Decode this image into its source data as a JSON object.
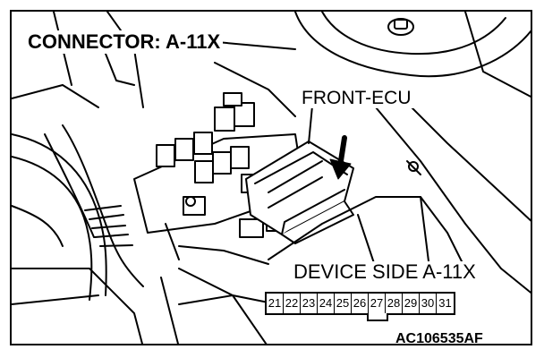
{
  "title": "CONNECTOR: A-11X",
  "ecu_label": "FRONT-ECU",
  "device_side": "DEVICE SIDE A-11X",
  "pins": [
    "21",
    "22",
    "23",
    "24",
    "25",
    "26",
    "27",
    "28",
    "29",
    "30",
    "31"
  ],
  "highlighted_pin": "26",
  "figure_code": "AC106535AF"
}
